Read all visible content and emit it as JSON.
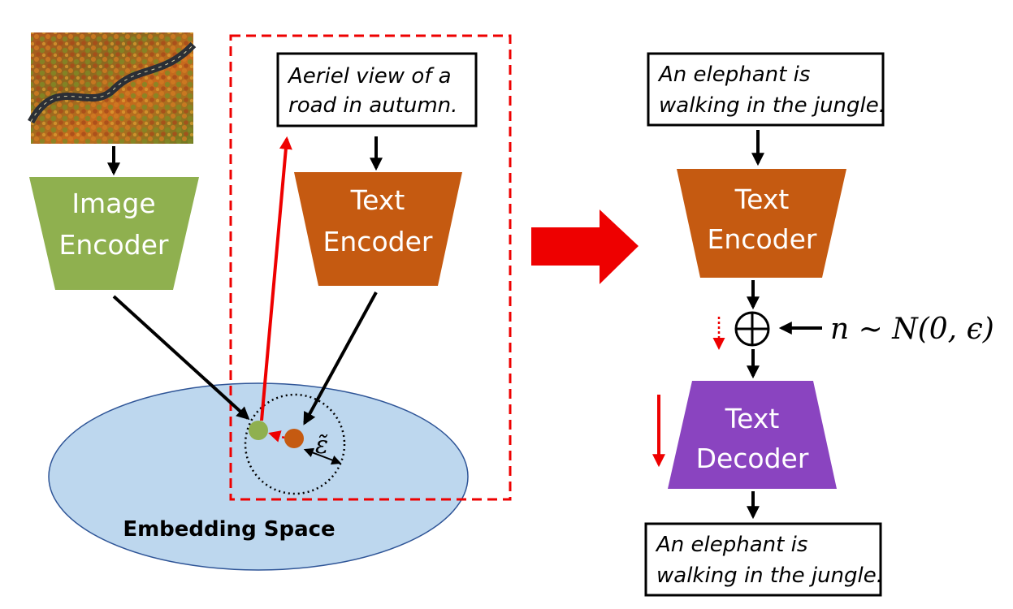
{
  "left": {
    "caption_line1": "Aeriel view of a",
    "caption_line2": "road in autumn.",
    "image_encoder_line1": "Image",
    "image_encoder_line2": "Encoder",
    "text_encoder_line1": "Text",
    "text_encoder_line2": "Encoder",
    "embedding_space_label": "Embedding Space",
    "epsilon_symbol": "ε̃"
  },
  "right": {
    "input_caption_line1": "An elephant is",
    "input_caption_line2": "walking in the jungle.",
    "text_encoder_line1": "Text",
    "text_encoder_line2": "Encoder",
    "noise_label": "n ~ N(0, ϵ)",
    "text_decoder_line1": "Text",
    "text_decoder_line2": "Decoder",
    "output_caption_line1": "An elephant is",
    "output_caption_line2": "walking in the jungle."
  },
  "colors": {
    "image_encoder": "#8fb04f",
    "text_encoder": "#c55a11",
    "text_decoder": "#8a44c0",
    "embedding_space": "#bdd7ee",
    "highlight": "#ee0000",
    "image_point": "#8fb04f",
    "text_point": "#c55a11"
  }
}
